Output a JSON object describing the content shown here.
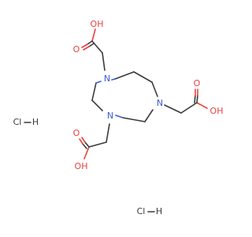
{
  "molecule": {
    "atoms": {
      "n1": "N",
      "n2": "N",
      "n3": "N",
      "o_top_carbonyl": "O",
      "o_top_hydroxyl": "OH",
      "o_right_carbonyl": "O",
      "o_right_hydroxyl": "OH",
      "o_bottom_carbonyl": "O",
      "o_bottom_hydroxyl": "OH"
    },
    "salts": [
      {
        "label": "Cl",
        "h": "H"
      },
      {
        "label": "Cl",
        "h": "H"
      }
    ]
  },
  "colors": {
    "carbon_bond": "#3a3a3a",
    "nitrogen": "#3a5bd9",
    "oxygen": "#e8413c"
  }
}
